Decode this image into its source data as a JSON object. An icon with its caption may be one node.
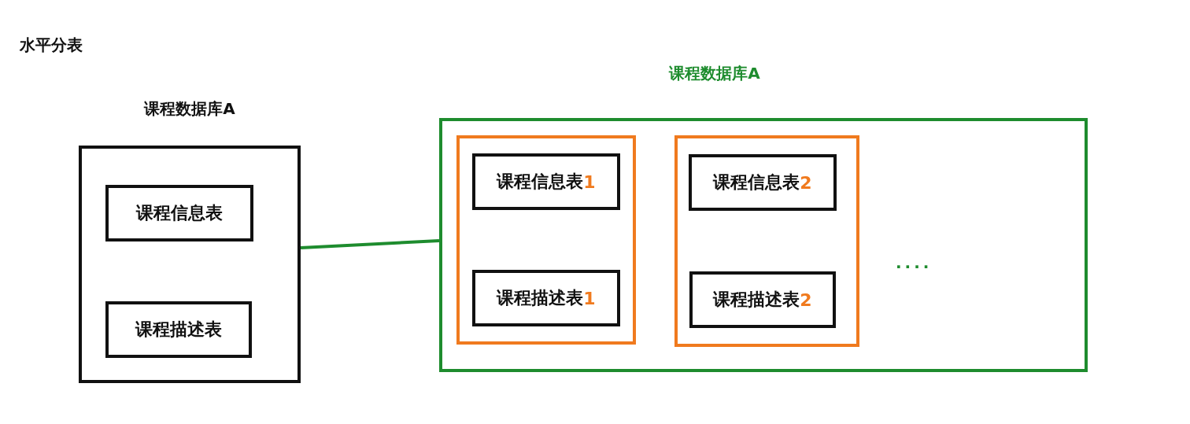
{
  "diagram": {
    "nodes": [
      {
        "text": [
          "课程数据库A"
        ]
      },
      {
        "text": [
          "课程信息表"
        ],
        "in": 0
      },
      {
        "text": [
          "课程描述表"
        ],
        "in": 0
      },
      {
        "text": [
          "课程数据库A"
        ]
      },
      {
        "text": [],
        "shape": "box",
        "in": 3
      },
      {
        "text": [
          "课程信息表1"
        ],
        "in": 4
      },
      {
        "text": [
          "课程描述表1"
        ],
        "in": 4
      },
      {
        "text": [],
        "shape": "box",
        "in": 3
      },
      {
        "text": [
          "课程信息表2"
        ],
        "in": 7
      },
      {
        "text": [
          "课程描述表2"
        ],
        "in": 7
      }
    ],
    "edges": [
      {
        "from": 0,
        "to": 3,
        "arrow": "none",
        "color": "#1e8c2e"
      }
    ],
    "labels": [
      "水平分表",
      "...."
    ]
  }
}
